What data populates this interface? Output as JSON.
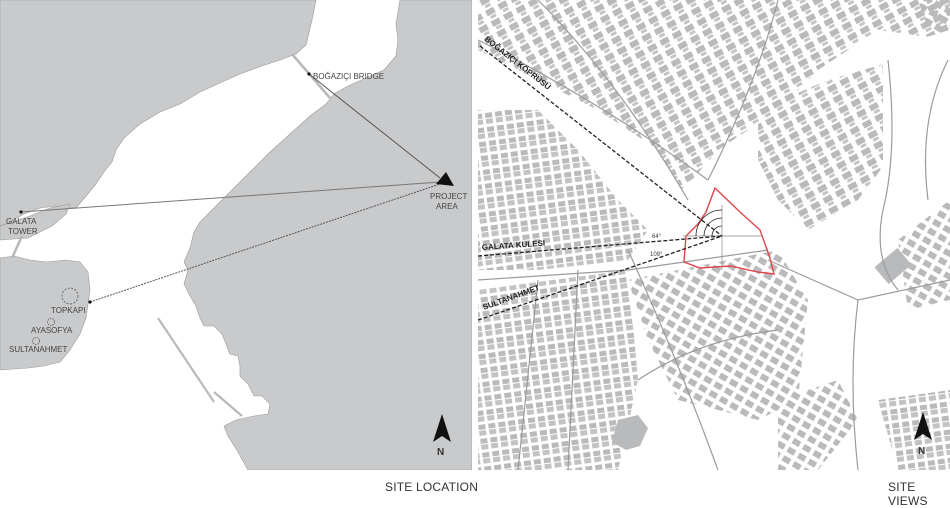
{
  "left_map": {
    "caption": "SITE LOCATION",
    "land_color": "#c9cacc",
    "water_color": "#ffffff",
    "labels": {
      "bridge": "BOĞAZIÇI BRIDGE",
      "project_line1": "PROJECT",
      "project_line2": "AREA",
      "galata_line1": "GALATA",
      "galata_line2": "TOWER",
      "topkapi": "TOPKAPI",
      "ayasofya": "AYASOFYA",
      "sultanahmet": "SULTANAHMET"
    },
    "north_label": "N"
  },
  "right_map": {
    "caption": "SITE VIEWS",
    "boundary_color": "#e0454b",
    "labels": {
      "bridge": "BOĞAZIÇI KÖPRÜSÜ",
      "galata": "GALATA KULESI",
      "sultanahmet": "SULTANAHMET",
      "angle_1": "64°",
      "angle_2": "109°"
    },
    "north_label": "N"
  }
}
